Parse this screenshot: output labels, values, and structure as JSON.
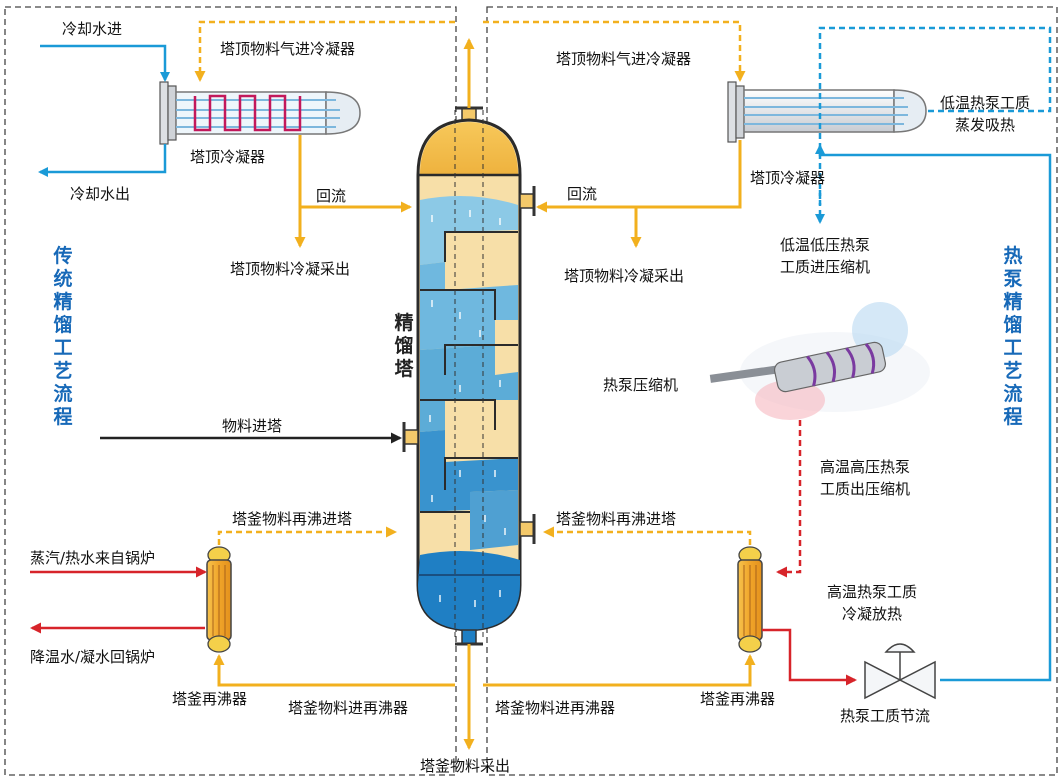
{
  "colors": {
    "cooling_water": "#1a9ad7",
    "product_orange": "#f2b01e",
    "steam_red": "#d7242a",
    "heat_pump_blue": "#1a9ad7",
    "frame": "#444444",
    "tower_top": "#f3c15a",
    "tower_body": "#f7dfa8",
    "tower_liquid": "#1f7fc4",
    "reboiler": "#f0a52a"
  },
  "left_panel": {
    "title": "传统精馏工艺流程",
    "cooling_water_in": "冷却水进",
    "cooling_water_out": "冷却水出",
    "vapor_to_condenser": "塔顶物料气进冷凝器",
    "condenser": "塔顶冷凝器",
    "reflux": "回流",
    "overhead_product": "塔顶物料冷凝采出",
    "feed": "物料进塔",
    "reboil_return": "塔釜物料再沸进塔",
    "steam_in": "蒸汽/热水来自锅炉",
    "water_return": "降温水/凝水回锅炉",
    "reboiler": "塔釜再沸器",
    "to_reboiler": "塔釜物料进再沸器"
  },
  "right_panel": {
    "title": "热泵精馏工艺流程",
    "vapor_to_condenser": "塔顶物料气进冷凝器",
    "evaporator_note": [
      "低温热泵工质",
      "蒸发吸热"
    ],
    "condenser": "塔顶冷凝器",
    "reflux": "回流",
    "overhead_product": "塔顶物料冷凝采出",
    "to_compressor": [
      "低温低压热泵",
      "工质进压缩机"
    ],
    "compressor": "热泵压缩机",
    "from_compressor": [
      "高温高压热泵",
      "工质出压缩机"
    ],
    "reboil_return": "塔釜物料再沸进塔",
    "condense_note": [
      "高温热泵工质",
      "冷凝放热"
    ],
    "reboiler": "塔釜再沸器",
    "to_reboiler": "塔釜物料进再沸器",
    "throttle": "热泵工质节流"
  },
  "tower": {
    "name": "精馏塔",
    "bottom_product": "塔釜物料采出"
  }
}
